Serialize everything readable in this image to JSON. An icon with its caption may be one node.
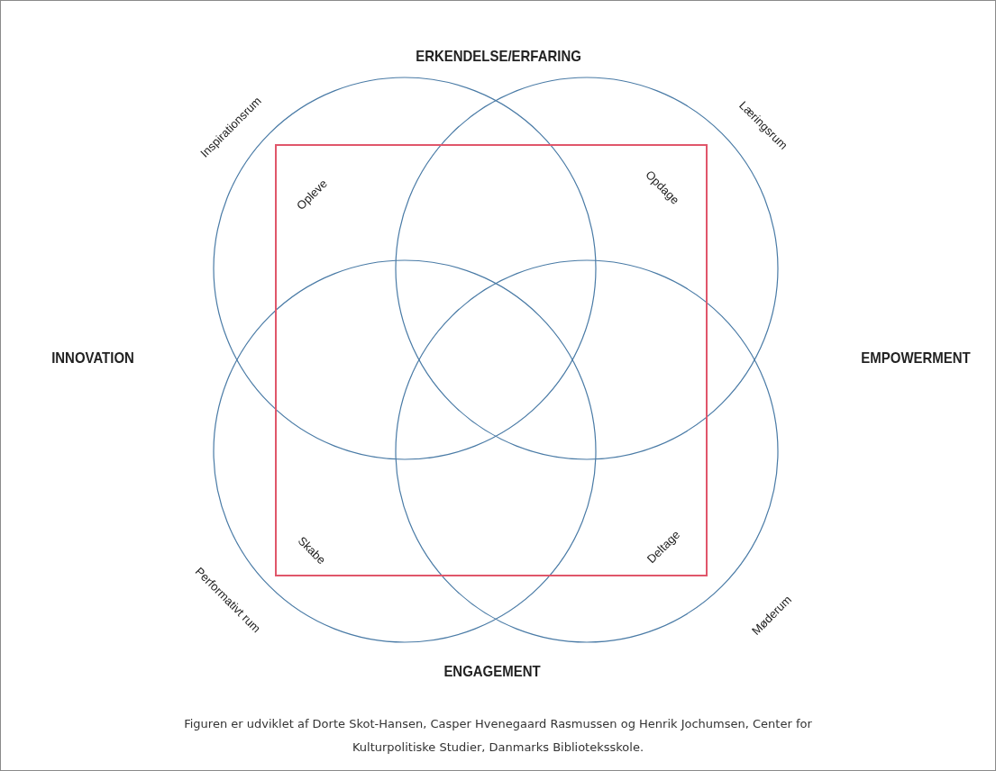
{
  "diagram": {
    "caption": "Figuren er udviklet af Dorte Skot-Hansen, Casper Hvenegaard Rasmussen og Henrik Jochumsen, Center for Kulturpolitiske Studier, Danmarks Biblioteksskole.",
    "nodes": [
      {
        "text": [],
        "shape": "circle"
      },
      {
        "text": [],
        "shape": "circle"
      },
      {
        "text": [],
        "shape": "circle"
      },
      {
        "text": [],
        "shape": "circle"
      },
      {
        "text": [],
        "shape": "box"
      }
    ],
    "edges": [],
    "labels": [
      "ERKENDELSE/ERFARING",
      "Inspirationsrum",
      "Læringsrum",
      "Opleve",
      "Opdage",
      "INNOVATION",
      "EMPOWERMENT",
      "Skabe",
      "Deltage",
      "Performativt rum",
      "Møderum",
      "ENGAGEMENT"
    ]
  }
}
